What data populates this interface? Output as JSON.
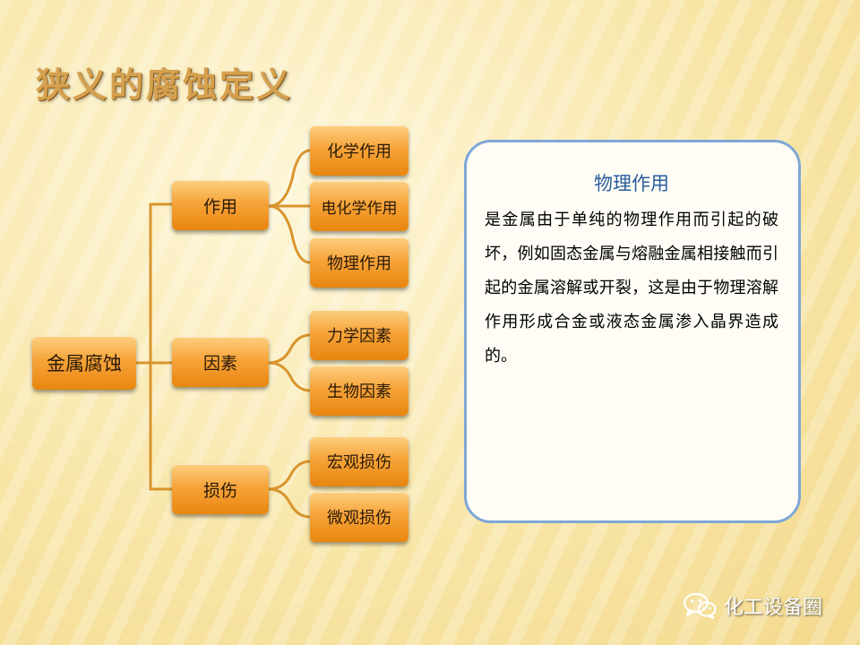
{
  "title": "狭义的腐蚀定义",
  "diagram": {
    "root": "金属腐蚀",
    "branches": [
      {
        "label": "作用",
        "children": [
          "化学作用",
          "电化学作用",
          "物理作用"
        ]
      },
      {
        "label": "因素",
        "children": [
          "力学因素",
          "生物因素"
        ]
      },
      {
        "label": "损伤",
        "children": [
          "宏观损伤",
          "微观损伤"
        ]
      }
    ]
  },
  "info_panel": {
    "heading": "物理作用",
    "body": "是金属由于单纯的物理作用而引起的破坏，例如固态金属与熔融金属相接触而引起的金属溶解或开裂，这是由于物理溶解作用形成合金或液态金属渗入晶界造成的。"
  },
  "watermark": {
    "icon": "wechat-icon",
    "text": "化工设备圈"
  },
  "colors": {
    "box_orange": "#f7a43a",
    "connector": "#d9952d",
    "panel_border": "#7fa7d6",
    "heading_blue": "#2a5d9a",
    "title_gold": "#d6a14e"
  }
}
